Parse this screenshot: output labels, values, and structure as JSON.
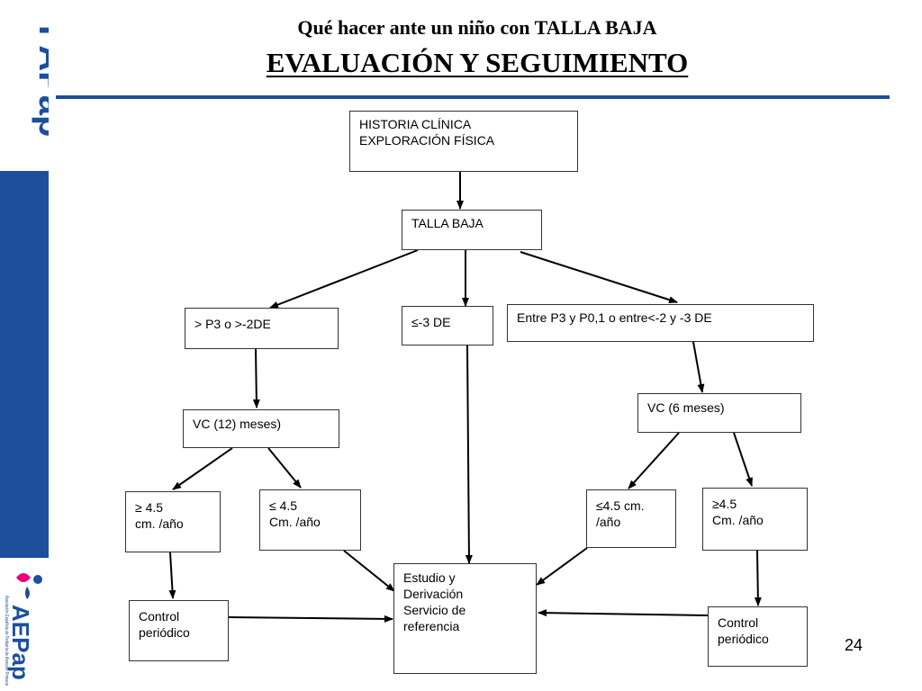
{
  "slide": {
    "title_line1": "Qué hacer ante un niño con TALLA BAJA",
    "title_line2": "EVALUACIÓN Y SEGUIMIENTO",
    "page_number": "24"
  },
  "logos": {
    "top": "FAPap",
    "bottom": "AEPap",
    "bottom_small_text": "Asociación Española de Pediatría de Atención Primaria"
  },
  "colors": {
    "brand_blue": "#1c4f9c",
    "brand_pink": "#e6007e"
  },
  "flowchart": {
    "historia": [
      "HISTORIA CLÍNICA",
      "EXPLORACIÓN FÍSICA"
    ],
    "talla_baja": [
      "TALLA BAJA"
    ],
    "p3": [
      "> P3 o >-2DE"
    ],
    "menos3de": [
      "≤-3 DE"
    ],
    "entre": [
      "Entre P3 y P0,1 o entre<-2 y -3 DE"
    ],
    "vc12": [
      "VC (12) meses)"
    ],
    "vc6": [
      "VC (6 meses)"
    ],
    "ge45_left": [
      "≥ 4.5",
      "cm. /año"
    ],
    "le45_left": [
      "≤ 4.5",
      "Cm. /año"
    ],
    "le45_right": [
      "≤4.5 cm.",
      "/año"
    ],
    "ge45_right": [
      "≥4.5",
      "Cm. /año"
    ],
    "control_left": [
      "Control",
      "periódico"
    ],
    "estudio": [
      "Estudio y",
      "Derivación",
      "Servicio de",
      "referencia"
    ],
    "control_right": [
      "Control",
      "periódico"
    ]
  }
}
